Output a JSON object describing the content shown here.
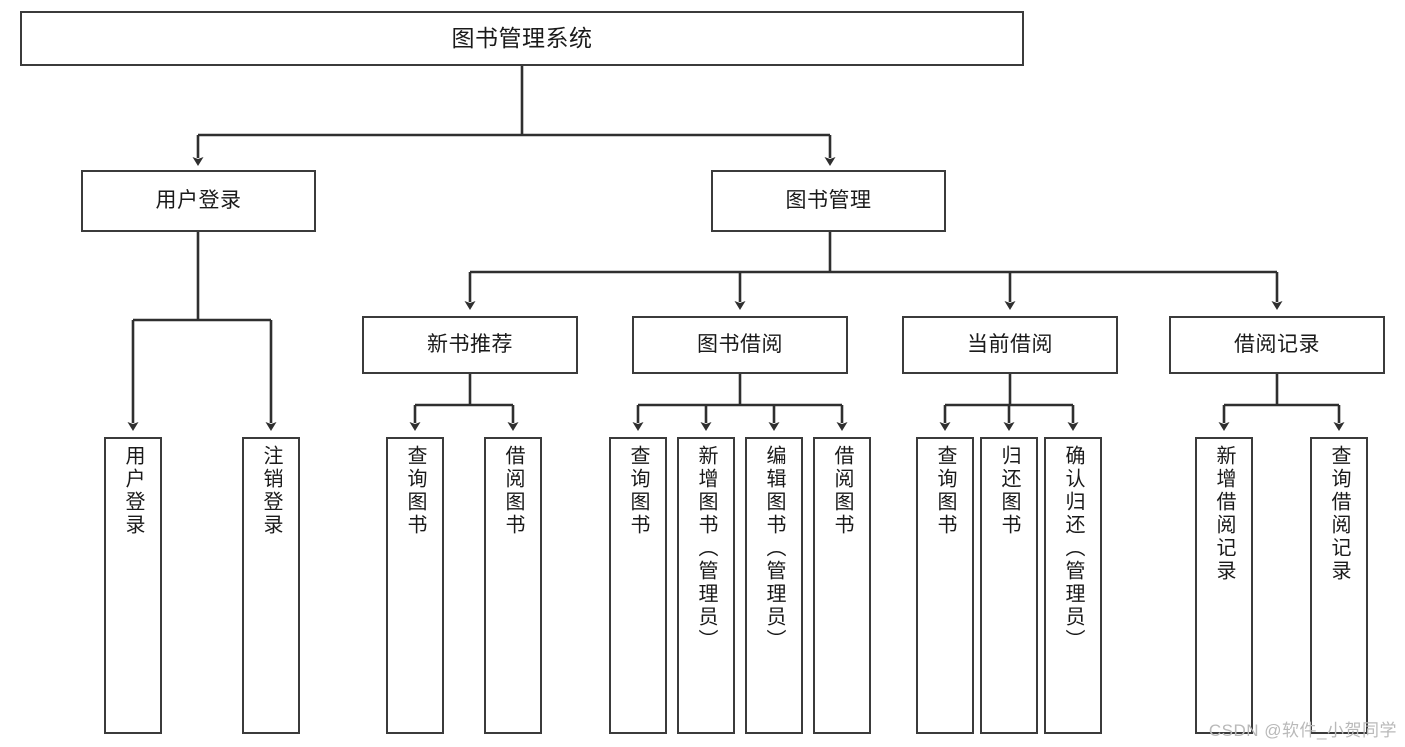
{
  "diagram": {
    "type": "tree",
    "title": "图书管理系统",
    "watermark": "CSDN @软件_小贺同学",
    "colors": {
      "box_border": "#3b3b3b",
      "box_fill": "#ffffff",
      "connector": "#2f2f2f",
      "text": "#1a1a1a",
      "watermark": "#b9b9b9",
      "background": "#ffffff"
    },
    "root": {
      "label": "图书管理系统"
    },
    "level1": [
      {
        "label": "用户登录"
      },
      {
        "label": "图书管理"
      }
    ],
    "level2": [
      {
        "label": "新书推荐"
      },
      {
        "label": "图书借阅"
      },
      {
        "label": "当前借阅"
      },
      {
        "label": "借阅记录"
      }
    ],
    "leaves": {
      "user_login": [
        {
          "label": "用户登录"
        },
        {
          "label": "注销登录"
        }
      ],
      "new_book_recommend": [
        {
          "label": "查询图书"
        },
        {
          "label": "借阅图书"
        }
      ],
      "book_borrow": [
        {
          "label": "查询图书"
        },
        {
          "label": "新增图书（管理员）"
        },
        {
          "label": "编辑图书（管理员）"
        },
        {
          "label": "借阅图书"
        }
      ],
      "current_borrow": [
        {
          "label": "查询图书"
        },
        {
          "label": "归还图书"
        },
        {
          "label": "确认归还（管理员）"
        }
      ],
      "borrow_record": [
        {
          "label": "新增借阅记录"
        },
        {
          "label": "查询借阅记录"
        }
      ]
    }
  }
}
